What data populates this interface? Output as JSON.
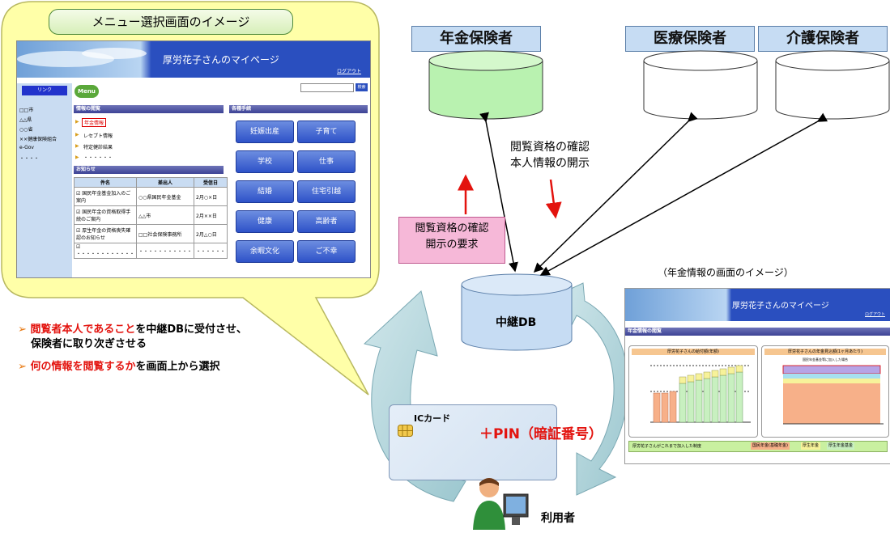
{
  "bubble": {
    "title": "メニュー選択画面のイメージ",
    "screen": {
      "header_title": "厚労花子さんのマイページ",
      "logout": "ログアウト",
      "link_label": "リンク",
      "side_items": [
        "□□市",
        "△△県",
        "○○省",
        "××健康保険組合",
        "e-Gov",
        "・・・・"
      ],
      "menu_badge": "Menu",
      "search_button": "検索",
      "section_info": "情報の閲覧",
      "info_items": [
        "年金情報",
        "レセプト情報",
        "特定健診結果",
        "・・・・・・"
      ],
      "section_notice": "お知らせ",
      "table_headers": [
        "件名",
        "差出人",
        "受信日"
      ],
      "table_rows": [
        [
          "国民年金基金加入のご案内",
          "○○県国民年金基金",
          "2月○×日"
        ],
        [
          "国民年金の資格取得手続のご案内",
          "△△市",
          "2月××日"
        ],
        [
          "厚生年金の資格喪失確認のお知らせ",
          "□□社会保険事務所",
          "2月△○日"
        ],
        [
          "・・・・・・・・・・・・",
          "・・・・・・・・・・・",
          "・・・・・・"
        ]
      ],
      "section_procedure": "各種手続",
      "procedure_buttons": [
        "妊娠出産",
        "子育て",
        "学校",
        "仕事",
        "結婚",
        "住宅引越",
        "健康",
        "高齢者",
        "余暇文化",
        "ご不幸"
      ]
    }
  },
  "bullets": [
    {
      "red": "閲覧者本人であること",
      "rest": "を中継DBに受付させ、",
      "line2": "保険者に取り次ぎさせる"
    },
    {
      "red": "何の情報を閲覧するか",
      "rest": "を画面上から選択",
      "line2": ""
    }
  ],
  "insurers": {
    "pension": "年金保険者",
    "medical": "医療保険者",
    "care": "介護保険者"
  },
  "note_confirm": {
    "line1": "閲覧資格の確認",
    "line2": "本人情報の開示"
  },
  "pink_request": {
    "line1": "閲覧資格の確認",
    "line2": "開示の要求"
  },
  "relay_db": "中継DB",
  "pension_caption": "（年金情報の画面のイメージ）",
  "pension_screen": {
    "header_title": "厚労花子さんのマイページ",
    "logout": "ログアウト",
    "section": "年金情報の閲覧",
    "chart1_title": "厚労花子さんの給付額(年額)",
    "chart2_title": "厚労花子さんの年金見込額(1ヶ月あたり)",
    "chart2_note": "国民年金基金等に加入した場合",
    "bottom_label": "厚労花子さんがこれまで加入した制度",
    "legend": [
      "国民年金(基礎年金)",
      "厚生年金",
      "厚生年金基金"
    ]
  },
  "ic_card": {
    "label": "ICカード",
    "pin": "＋PIN（暗証番号）"
  },
  "user_label": "利用者",
  "colors": {
    "green_db": "#b9f2b0",
    "insurer_fill": "#c6dcf3",
    "pink": "#f6b8d8",
    "red_text": "#e3130e",
    "bubble": "#ffffa8"
  }
}
